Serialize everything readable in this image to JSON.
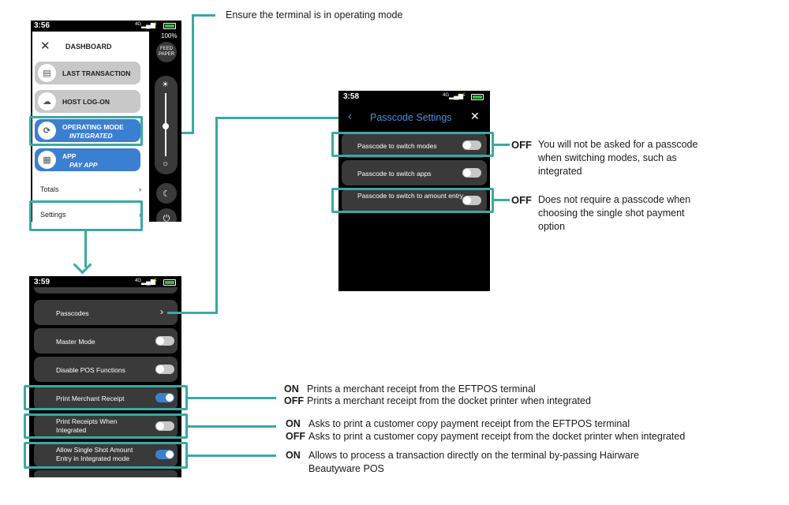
{
  "top_callout": "Ensure the terminal is in operating mode",
  "phone_dashboard": {
    "time": "3:56",
    "signal": "4G",
    "battery": "100%",
    "header_title": "DASHBOARD",
    "buttons": [
      {
        "label": "LAST TRANSACTION",
        "icon": "receipt-icon",
        "style": "grey"
      },
      {
        "label": "HOST LOG-ON",
        "icon": "cloud-icon",
        "style": "grey"
      },
      {
        "label": "OPERATING MODE",
        "sub": "INTEGRATED",
        "icon": "sync-icon",
        "style": "blue"
      },
      {
        "label": "APP",
        "sub": "PAY APP",
        "icon": "grid-icon",
        "style": "blue"
      }
    ],
    "rows": [
      {
        "label": "Totals"
      },
      {
        "label": "Settings"
      }
    ],
    "side_feed": "FEED PAPER"
  },
  "phone_settings": {
    "time": "3:59",
    "signal": "4G",
    "rows": [
      {
        "label": "Passcodes",
        "kind": "chevron"
      },
      {
        "label": "Master Mode",
        "kind": "toggle",
        "state": "off"
      },
      {
        "label": "Disable POS Functions",
        "kind": "toggle",
        "state": "off"
      },
      {
        "label": "Print Merchant Receipt",
        "kind": "toggle",
        "state": "on"
      },
      {
        "label": "Print Receipts When Integrated",
        "kind": "toggle",
        "state": "off"
      },
      {
        "label": "Allow Single Shot Amount Entry in Integrated mode",
        "kind": "toggle",
        "state": "on"
      }
    ]
  },
  "phone_passcode": {
    "time": "3:58",
    "signal": "4G",
    "title": "Passcode Settings",
    "rows": [
      {
        "label": "Passcode to switch modes",
        "state": "off"
      },
      {
        "label": "Passcode to switch apps",
        "state": "off"
      },
      {
        "label": "Passcode to switch to amount entry",
        "state": "off"
      }
    ]
  },
  "annotations": {
    "switch_modes": {
      "tag": "OFF",
      "text": "You will not be asked for a passcode when switching modes, such as integrated"
    },
    "amount_entry": {
      "tag": "OFF",
      "text": "Does not require a passcode when choosing the single shot payment option"
    },
    "merchant_on": {
      "tag": "ON",
      "text": "Prints a merchant receipt from the EFTPOS terminal"
    },
    "merchant_off": {
      "tag": "OFF",
      "text": "Prints a merchant receipt from the docket printer when integrated"
    },
    "receipts_on": {
      "tag": "ON",
      "text": "Asks to print a customer copy payment receipt from the EFTPOS terminal"
    },
    "receipts_off": {
      "tag": "OFF",
      "text": "Asks to print a customer copy payment receipt from the docket printer when integrated"
    },
    "single_on": {
      "tag": "ON",
      "text": "Allows to process a transaction directly on the terminal by-passing Hairware Beautyware POS"
    }
  },
  "colors": {
    "teal": "#3aa9a6",
    "blue": "#3b7fd0",
    "toggle_on": "#3b7fd0"
  }
}
